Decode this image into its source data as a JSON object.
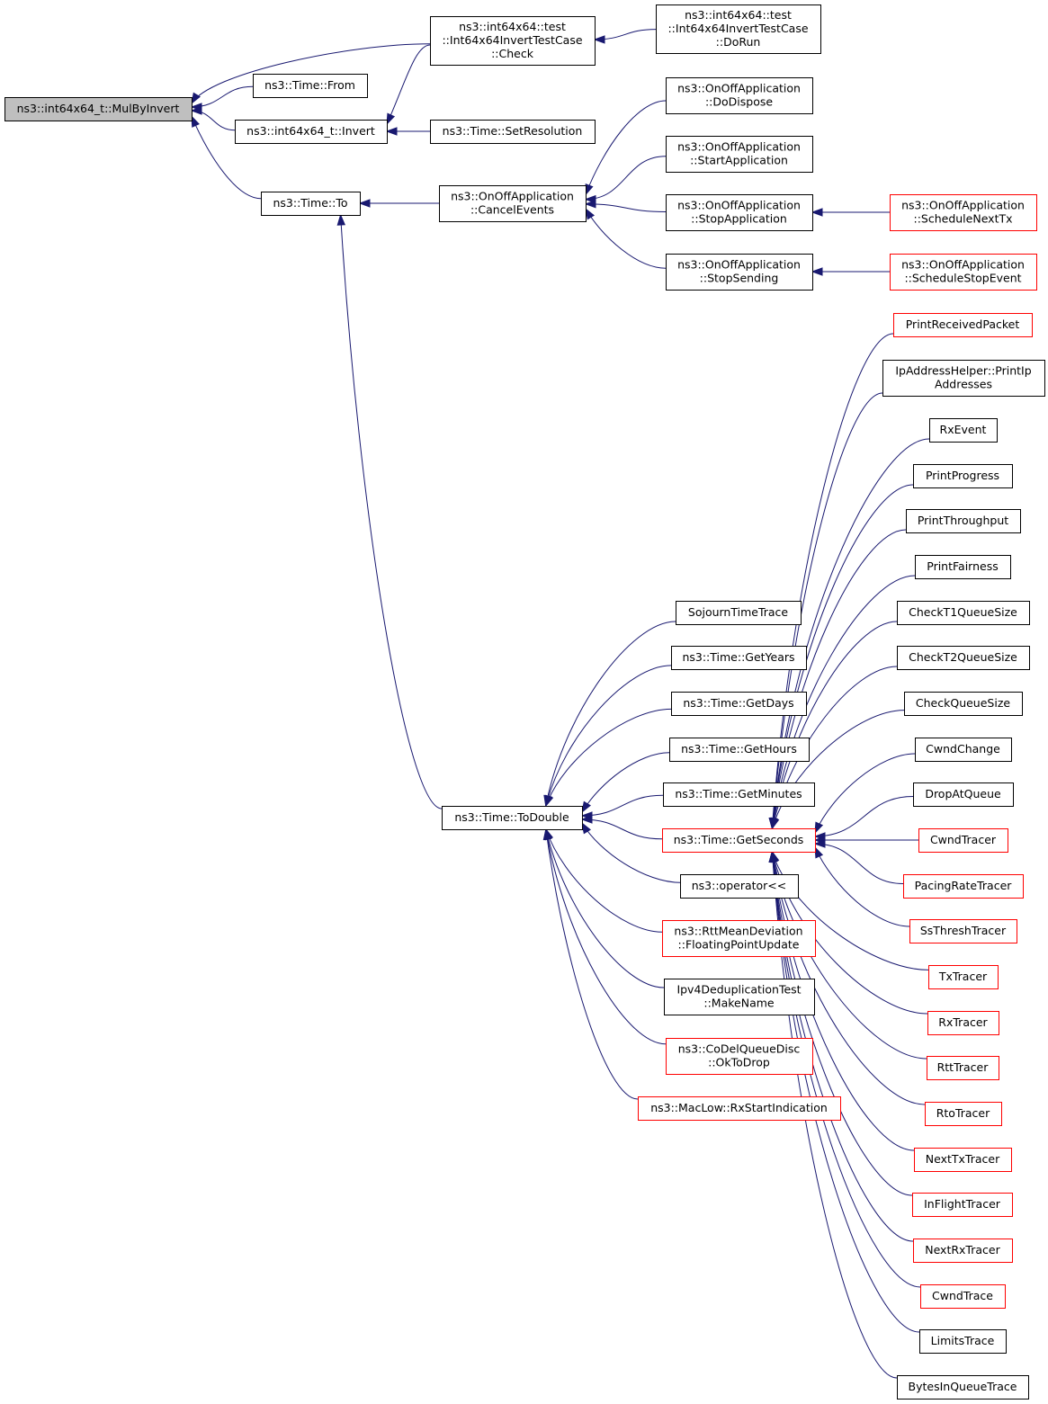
{
  "nodes": [
    {
      "id": "mulbyinvert",
      "name": "node-mulbyinvert",
      "lines": [
        "ns3::int64x64_t::MulByInvert"
      ],
      "style": "focus"
    },
    {
      "id": "check",
      "name": "node-invert-testcase-check",
      "lines": [
        "ns3::int64x64::test",
        "::Int64x64InvertTestCase",
        "::Check"
      ],
      "style": "normal"
    },
    {
      "id": "dorun",
      "name": "node-invert-testcase-dorun",
      "lines": [
        "ns3::int64x64::test",
        "::Int64x64InvertTestCase",
        "::DoRun"
      ],
      "style": "normal"
    },
    {
      "id": "from",
      "name": "node-time-from",
      "lines": [
        "ns3::Time::From"
      ],
      "style": "normal"
    },
    {
      "id": "invert",
      "name": "node-int64x64-invert",
      "lines": [
        "ns3::int64x64_t::Invert"
      ],
      "style": "normal"
    },
    {
      "id": "setres",
      "name": "node-time-setresolution",
      "lines": [
        "ns3::Time::SetResolution"
      ],
      "style": "normal"
    },
    {
      "id": "to",
      "name": "node-time-to",
      "lines": [
        "ns3::Time::To"
      ],
      "style": "normal"
    },
    {
      "id": "cancel",
      "name": "node-onoff-cancelevents",
      "lines": [
        "ns3::OnOffApplication",
        "::CancelEvents"
      ],
      "style": "normal"
    },
    {
      "id": "dodispose",
      "name": "node-onoff-dodispose",
      "lines": [
        "ns3::OnOffApplication",
        "::DoDispose"
      ],
      "style": "normal"
    },
    {
      "id": "startapp",
      "name": "node-onoff-startapplication",
      "lines": [
        "ns3::OnOffApplication",
        "::StartApplication"
      ],
      "style": "normal"
    },
    {
      "id": "stopapp",
      "name": "node-onoff-stopapplication",
      "lines": [
        "ns3::OnOffApplication",
        "::StopApplication"
      ],
      "style": "normal"
    },
    {
      "id": "stopsend",
      "name": "node-onoff-stopsending",
      "lines": [
        "ns3::OnOffApplication",
        "::StopSending"
      ],
      "style": "normal"
    },
    {
      "id": "schednext",
      "name": "node-onoff-schedulenexttx",
      "lines": [
        "ns3::OnOffApplication",
        "::ScheduleNextTx"
      ],
      "style": "red"
    },
    {
      "id": "schedstop",
      "name": "node-onoff-schedulestopevent",
      "lines": [
        "ns3::OnOffApplication",
        "::ScheduleStopEvent"
      ],
      "style": "red"
    },
    {
      "id": "todouble",
      "name": "node-time-todouble",
      "lines": [
        "ns3::Time::ToDouble"
      ],
      "style": "normal"
    },
    {
      "id": "sojourn",
      "name": "node-sojourntimetrace",
      "lines": [
        "SojournTimeTrace"
      ],
      "style": "normal"
    },
    {
      "id": "years",
      "name": "node-time-getyears",
      "lines": [
        "ns3::Time::GetYears"
      ],
      "style": "normal"
    },
    {
      "id": "days",
      "name": "node-time-getdays",
      "lines": [
        "ns3::Time::GetDays"
      ],
      "style": "normal"
    },
    {
      "id": "hours",
      "name": "node-time-gethours",
      "lines": [
        "ns3::Time::GetHours"
      ],
      "style": "normal"
    },
    {
      "id": "minutes",
      "name": "node-time-getminutes",
      "lines": [
        "ns3::Time::GetMinutes"
      ],
      "style": "normal"
    },
    {
      "id": "seconds",
      "name": "node-time-getseconds",
      "lines": [
        "ns3::Time::GetSeconds"
      ],
      "style": "red"
    },
    {
      "id": "operator",
      "name": "node-operator-output",
      "lines": [
        "ns3::operator<<"
      ],
      "style": "normal"
    },
    {
      "id": "rtt",
      "name": "node-rtt-floatingpointupdate",
      "lines": [
        "ns3::RttMeanDeviation",
        "::FloatingPointUpdate"
      ],
      "style": "red"
    },
    {
      "id": "ipv4dedup",
      "name": "node-ipv4dedup-makename",
      "lines": [
        "Ipv4DeduplicationTest",
        "::MakeName"
      ],
      "style": "normal"
    },
    {
      "id": "codel",
      "name": "node-codel-oktodrop",
      "lines": [
        "ns3::CoDelQueueDisc",
        "::OkToDrop"
      ],
      "style": "red"
    },
    {
      "id": "maclow",
      "name": "node-maclow-rxstartindication",
      "lines": [
        "ns3::MacLow::RxStartIndication"
      ],
      "style": "red"
    },
    {
      "id": "printrecv",
      "name": "node-printreceivedpacket",
      "lines": [
        "PrintReceivedPacket"
      ],
      "style": "red"
    },
    {
      "id": "ipaddr",
      "name": "node-ipaddresshelper-printip",
      "lines": [
        "IpAddressHelper::PrintIp",
        "Addresses"
      ],
      "style": "normal"
    },
    {
      "id": "rxevent",
      "name": "node-rxevent",
      "lines": [
        "RxEvent"
      ],
      "style": "normal"
    },
    {
      "id": "printprog",
      "name": "node-printprogress",
      "lines": [
        "PrintProgress"
      ],
      "style": "normal"
    },
    {
      "id": "printthru",
      "name": "node-printthroughput",
      "lines": [
        "PrintThroughput"
      ],
      "style": "normal"
    },
    {
      "id": "printfair",
      "name": "node-printfairness",
      "lines": [
        "PrintFairness"
      ],
      "style": "normal"
    },
    {
      "id": "t1q",
      "name": "node-checkt1queuesize",
      "lines": [
        "CheckT1QueueSize"
      ],
      "style": "normal"
    },
    {
      "id": "t2q",
      "name": "node-checkt2queuesize",
      "lines": [
        "CheckT2QueueSize"
      ],
      "style": "normal"
    },
    {
      "id": "checkq",
      "name": "node-checkqueuesize",
      "lines": [
        "CheckQueueSize"
      ],
      "style": "normal"
    },
    {
      "id": "cwndchange",
      "name": "node-cwndchange",
      "lines": [
        "CwndChange"
      ],
      "style": "normal"
    },
    {
      "id": "dropatq",
      "name": "node-dropatqueue",
      "lines": [
        "DropAtQueue"
      ],
      "style": "normal"
    },
    {
      "id": "cwndtracer",
      "name": "node-cwndtracer",
      "lines": [
        "CwndTracer"
      ],
      "style": "red"
    },
    {
      "id": "pacing",
      "name": "node-pacingratetracer",
      "lines": [
        "PacingRateTracer"
      ],
      "style": "red"
    },
    {
      "id": "ssthresh",
      "name": "node-ssthreshtracer",
      "lines": [
        "SsThreshTracer"
      ],
      "style": "red"
    },
    {
      "id": "txtracer",
      "name": "node-txtracer",
      "lines": [
        "TxTracer"
      ],
      "style": "red"
    },
    {
      "id": "rxtracer",
      "name": "node-rxtracer",
      "lines": [
        "RxTracer"
      ],
      "style": "red"
    },
    {
      "id": "rtttracer",
      "name": "node-rtttracer",
      "lines": [
        "RttTracer"
      ],
      "style": "red"
    },
    {
      "id": "rtotracer",
      "name": "node-rtotracer",
      "lines": [
        "RtoTracer"
      ],
      "style": "red"
    },
    {
      "id": "nexttx",
      "name": "node-nexttxtracer",
      "lines": [
        "NextTxTracer"
      ],
      "style": "red"
    },
    {
      "id": "inflight",
      "name": "node-inflighttracer",
      "lines": [
        "InFlightTracer"
      ],
      "style": "red"
    },
    {
      "id": "nextrx",
      "name": "node-nextrxtracer",
      "lines": [
        "NextRxTracer"
      ],
      "style": "red"
    },
    {
      "id": "cwndtrace",
      "name": "node-cwndtrace",
      "lines": [
        "CwndTrace"
      ],
      "style": "red"
    },
    {
      "id": "limits",
      "name": "node-limitstrace",
      "lines": [
        "LimitsTrace"
      ],
      "style": "normal"
    },
    {
      "id": "bytesq",
      "name": "node-bytesinqueuetrace",
      "lines": [
        "BytesInQueueTrace"
      ],
      "style": "normal"
    }
  ],
  "edges": [
    {
      "from": "check",
      "to": "mulbyinvert"
    },
    {
      "from": "from",
      "to": "mulbyinvert"
    },
    {
      "from": "invert",
      "to": "mulbyinvert"
    },
    {
      "from": "to",
      "to": "mulbyinvert"
    },
    {
      "from": "dorun",
      "to": "check"
    },
    {
      "from": "check",
      "to": "invert"
    },
    {
      "from": "setres",
      "to": "invert"
    },
    {
      "from": "cancel",
      "to": "to"
    },
    {
      "from": "todouble",
      "to": "to"
    },
    {
      "from": "dodispose",
      "to": "cancel"
    },
    {
      "from": "startapp",
      "to": "cancel"
    },
    {
      "from": "stopapp",
      "to": "cancel"
    },
    {
      "from": "stopsend",
      "to": "cancel"
    },
    {
      "from": "schednext",
      "to": "stopapp"
    },
    {
      "from": "schedstop",
      "to": "stopsend"
    },
    {
      "from": "sojourn",
      "to": "todouble"
    },
    {
      "from": "years",
      "to": "todouble"
    },
    {
      "from": "days",
      "to": "todouble"
    },
    {
      "from": "hours",
      "to": "todouble"
    },
    {
      "from": "minutes",
      "to": "todouble"
    },
    {
      "from": "seconds",
      "to": "todouble"
    },
    {
      "from": "operator",
      "to": "todouble"
    },
    {
      "from": "rtt",
      "to": "todouble"
    },
    {
      "from": "ipv4dedup",
      "to": "todouble"
    },
    {
      "from": "codel",
      "to": "todouble"
    },
    {
      "from": "maclow",
      "to": "todouble"
    },
    {
      "from": "printrecv",
      "to": "seconds"
    },
    {
      "from": "ipaddr",
      "to": "seconds"
    },
    {
      "from": "rxevent",
      "to": "seconds"
    },
    {
      "from": "printprog",
      "to": "seconds"
    },
    {
      "from": "printthru",
      "to": "seconds"
    },
    {
      "from": "printfair",
      "to": "seconds"
    },
    {
      "from": "t1q",
      "to": "seconds"
    },
    {
      "from": "t2q",
      "to": "seconds"
    },
    {
      "from": "checkq",
      "to": "seconds"
    },
    {
      "from": "cwndchange",
      "to": "seconds"
    },
    {
      "from": "dropatq",
      "to": "seconds"
    },
    {
      "from": "cwndtracer",
      "to": "seconds"
    },
    {
      "from": "pacing",
      "to": "seconds"
    },
    {
      "from": "ssthresh",
      "to": "seconds"
    },
    {
      "from": "txtracer",
      "to": "seconds"
    },
    {
      "from": "rxtracer",
      "to": "seconds"
    },
    {
      "from": "rtttracer",
      "to": "seconds"
    },
    {
      "from": "rtotracer",
      "to": "seconds"
    },
    {
      "from": "nexttx",
      "to": "seconds"
    },
    {
      "from": "inflight",
      "to": "seconds"
    },
    {
      "from": "nextrx",
      "to": "seconds"
    },
    {
      "from": "cwndtrace",
      "to": "seconds"
    },
    {
      "from": "limits",
      "to": "seconds"
    },
    {
      "from": "bytesq",
      "to": "seconds"
    }
  ],
  "colors": {
    "edge": "#191970",
    "focus_fill": "#bfbfbf",
    "node_border": "#000000",
    "truncated_border": "#ff0000"
  }
}
